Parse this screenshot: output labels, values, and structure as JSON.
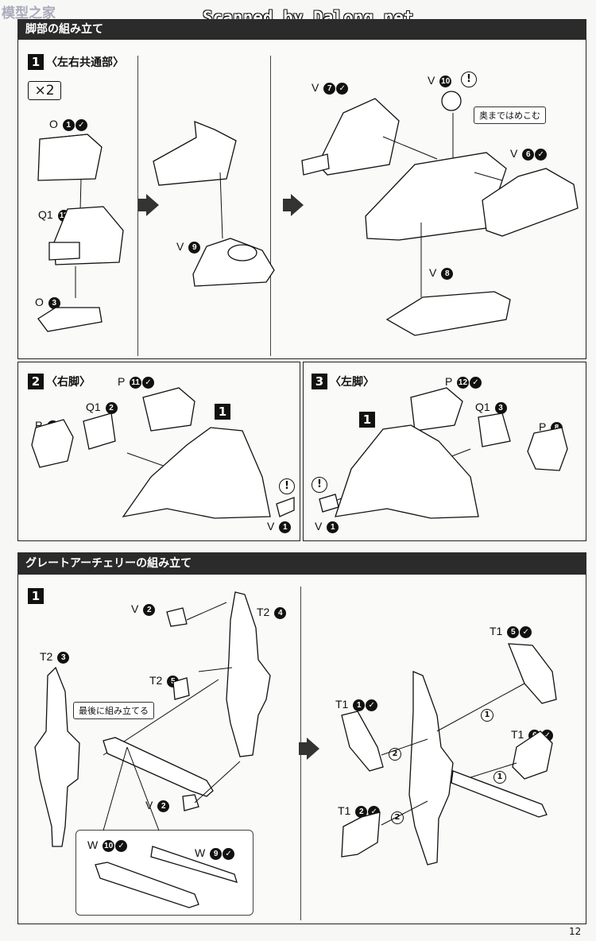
{
  "watermark": {
    "left": "模型之家",
    "center": "Scanned by Dalong.net"
  },
  "section1": {
    "title": "脚部の組み立て"
  },
  "step1": {
    "num": "1",
    "label": "〈左右共通部〉",
    "multiplier": "×2",
    "parts": {
      "o1": "O",
      "o1_num": "1",
      "q1_11": "Q1",
      "q1_11_num": "11",
      "o3": "O",
      "o3_num": "3",
      "v9": "V",
      "v9_num": "9",
      "v7": "V",
      "v7_num": "7",
      "v10": "V",
      "v10_num": "10",
      "v6": "V",
      "v6_num": "6",
      "v8": "V",
      "v8_num": "8"
    },
    "callout": "奥まではめこむ"
  },
  "step2": {
    "num": "2",
    "label": "〈右脚〉",
    "parts": {
      "p11": "P",
      "p11_num": "11",
      "q1_2": "Q1",
      "q1_2_num": "2",
      "p7": "P",
      "p7_num": "7",
      "ref1": "1",
      "v1": "V",
      "v1_num": "1"
    }
  },
  "step3": {
    "num": "3",
    "label": "〈左脚〉",
    "parts": {
      "p12": "P",
      "p12_num": "12",
      "q1_3": "Q1",
      "q1_3_num": "3",
      "p8": "P",
      "p8_num": "8",
      "ref1": "1",
      "v1": "V",
      "v1_num": "1"
    }
  },
  "section2": {
    "title": "グレートアーチェリーの組み立て"
  },
  "step4": {
    "num": "1",
    "parts": {
      "v2a": "V",
      "v2a_num": "2",
      "t2_4": "T2",
      "t2_4_num": "4",
      "t2_3": "T2",
      "t2_3_num": "3",
      "t2_5": "T2",
      "t2_5_num": "5",
      "v2b": "V",
      "v2b_num": "2",
      "w10": "W",
      "w10_num": "10",
      "w9": "W",
      "w9_num": "9",
      "t1_5": "T1",
      "t1_5_num": "5",
      "t1_1": "T1",
      "t1_1_num": "1",
      "t1_6": "T1",
      "t1_6_num": "6",
      "t1_2": "T1",
      "t1_2_num": "2"
    },
    "callout": "最後に組み立てる",
    "order": {
      "a": "1",
      "b": "2",
      "c": "1",
      "d": "2"
    }
  },
  "page_number": "12"
}
